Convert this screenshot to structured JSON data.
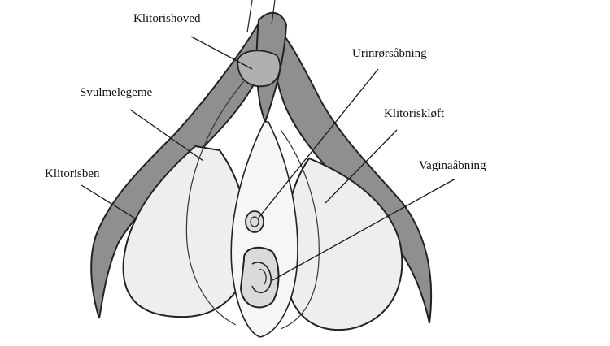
{
  "diagram": {
    "labels": {
      "glans": "Klitorishoved",
      "urethra": "Urinrørsåbning",
      "bulb": "Svulmelegeme",
      "crus_fork": "Klitoriskløft",
      "crus": "Klitorisben",
      "vagina": "Vaginaåbning"
    }
  },
  "colors": {
    "shaded_tissue": "#8f8f8f",
    "light_tissue": "#eeeeee",
    "outline": "#222222",
    "leader_line": "#1a1a1a"
  }
}
